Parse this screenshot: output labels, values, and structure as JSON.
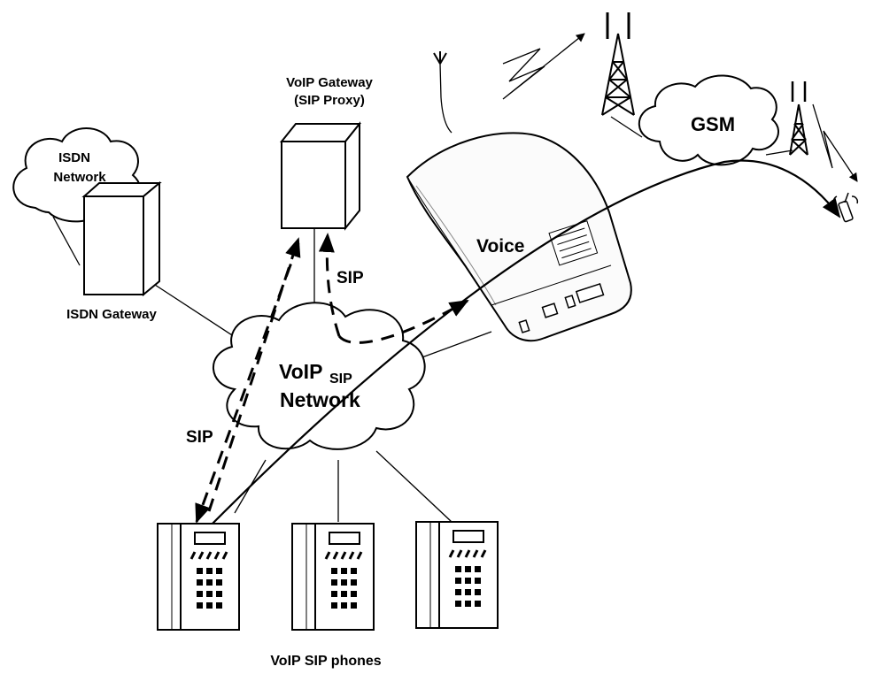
{
  "labels": {
    "voip_gateway_line1": "VoIP Gateway",
    "voip_gateway_line2": "(SIP Proxy)",
    "isdn_network_line1": "ISDN",
    "isdn_network_line2": "Network",
    "isdn_gateway": "ISDN Gateway",
    "gsm": "GSM",
    "voice": "Voice",
    "sip_upper": "SIP",
    "sip_lower": "SIP",
    "voip_cloud_main": "VoIP",
    "voip_cloud_sub": "SIP",
    "voip_cloud_line2": "Network",
    "phones": "VoIP SIP phones"
  },
  "colors": {
    "ink": "#000000",
    "paper": "#ffffff",
    "device_shade": "#f2f2f2"
  },
  "icons": {
    "gateway_box": "server-box-icon",
    "gsm_gateway": "gsm-gateway-device-icon",
    "tower": "antenna-tower-icon",
    "mobile": "mobile-phone-icon",
    "desk_phone": "desk-phone-icon"
  }
}
